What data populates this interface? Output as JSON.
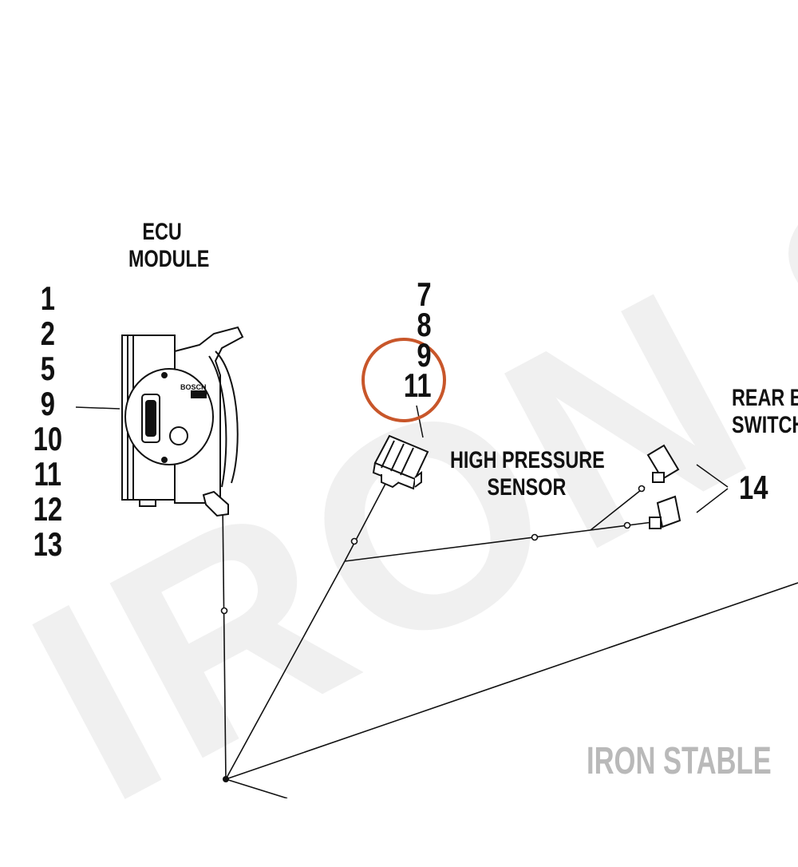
{
  "ecu_module": {
    "title_lines": [
      "ECU",
      "MODULE"
    ],
    "part_numbers": [
      "1",
      "2",
      "5",
      "9",
      "10",
      "11",
      "12",
      "13"
    ],
    "logo_text": "BOSCH"
  },
  "high_pressure_sensor": {
    "title_lines": [
      "HIGH PRESSURE",
      "SENSOR"
    ],
    "part_numbers": [
      "7",
      "8",
      "9",
      "11"
    ],
    "highlighted_number": "11",
    "highlight_color": "#c8562a"
  },
  "rear_brake_switch": {
    "title_lines": [
      "REAR B",
      "SWITCH"
    ],
    "part_numbers": [
      "14"
    ]
  },
  "brand_text": "IRON STABLE",
  "watermark_text": "IRON STABLE",
  "colors": {
    "line": "#111111",
    "brand": "#b9b9b9",
    "watermark": "#f0f0f0",
    "highlight": "#c8562a"
  }
}
